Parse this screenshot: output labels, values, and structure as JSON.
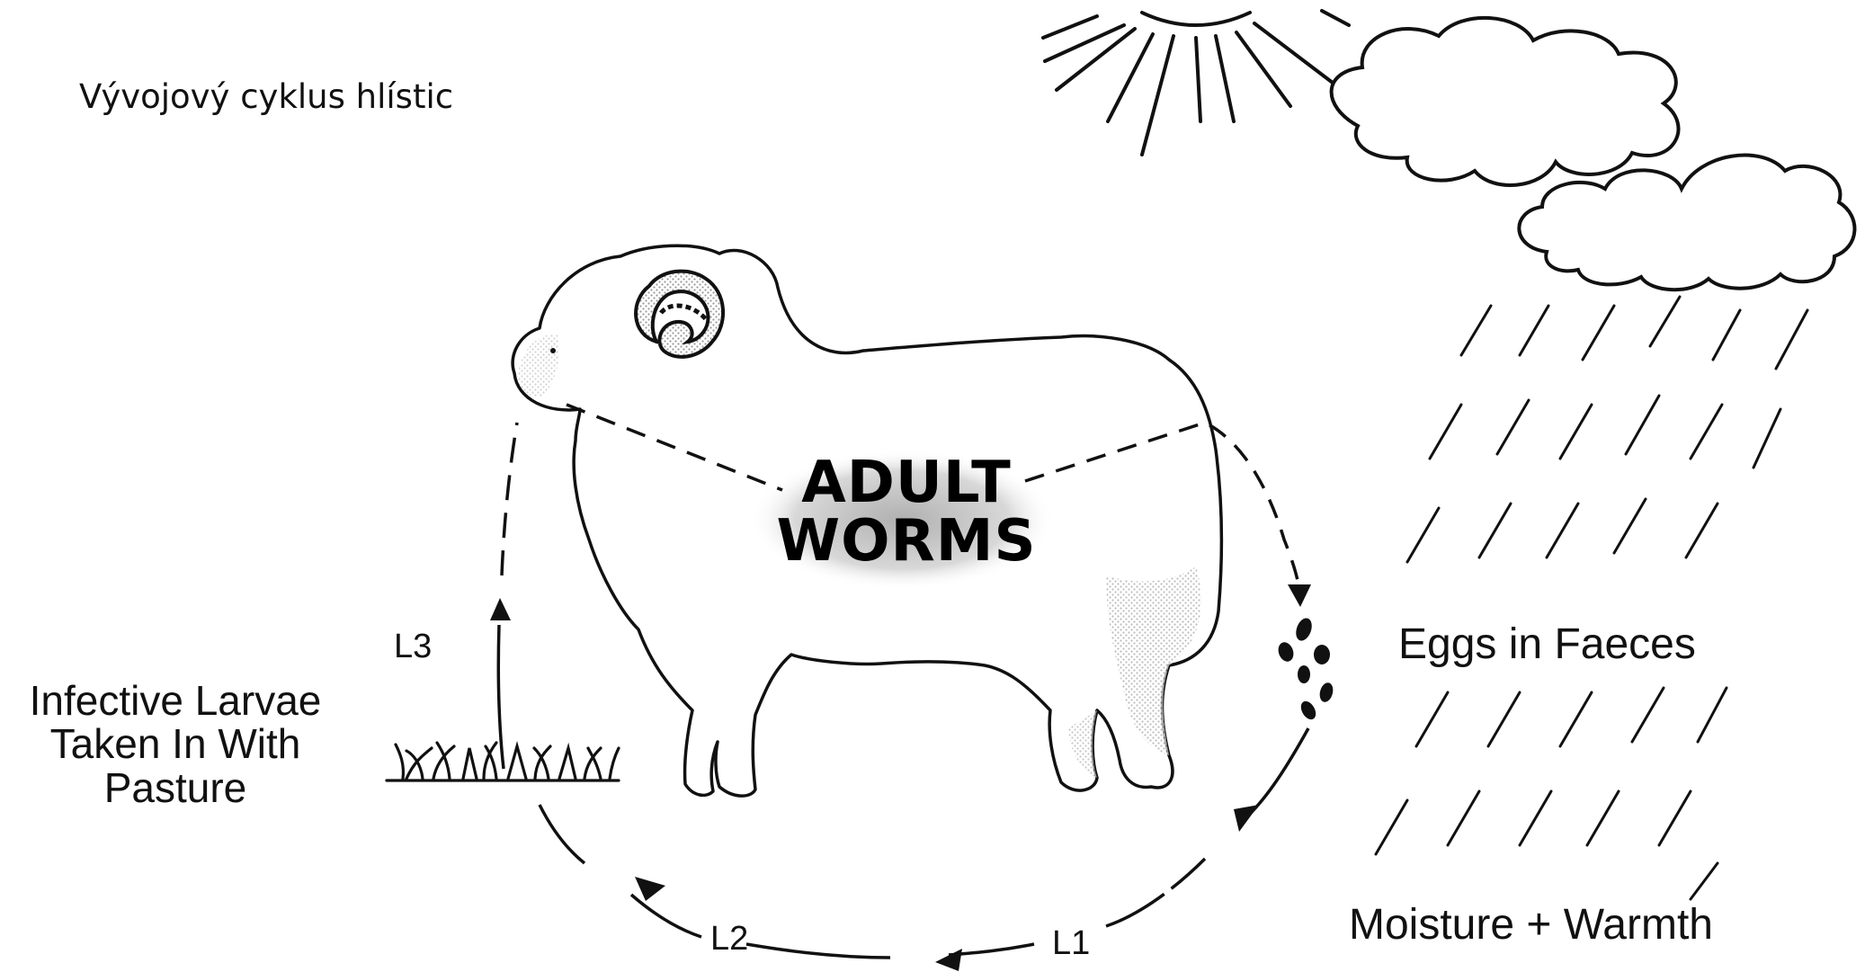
{
  "slide_title": "Vývojový cyklus hlístic",
  "center_label": {
    "line1": "ADULT",
    "line2": "WORMS"
  },
  "labels": {
    "eggs": "Eggs in Faeces",
    "moisture": "Moisture + Warmth",
    "infective_line1": "Infective Larvae",
    "infective_line2": "Taken In With",
    "infective_line3": "Pasture"
  },
  "stages": {
    "l1": "L1",
    "l2": "L2",
    "l3": "L3"
  },
  "colors": {
    "ink": "#111111",
    "stipple": "#bdbdbd",
    "background": "#ffffff"
  }
}
